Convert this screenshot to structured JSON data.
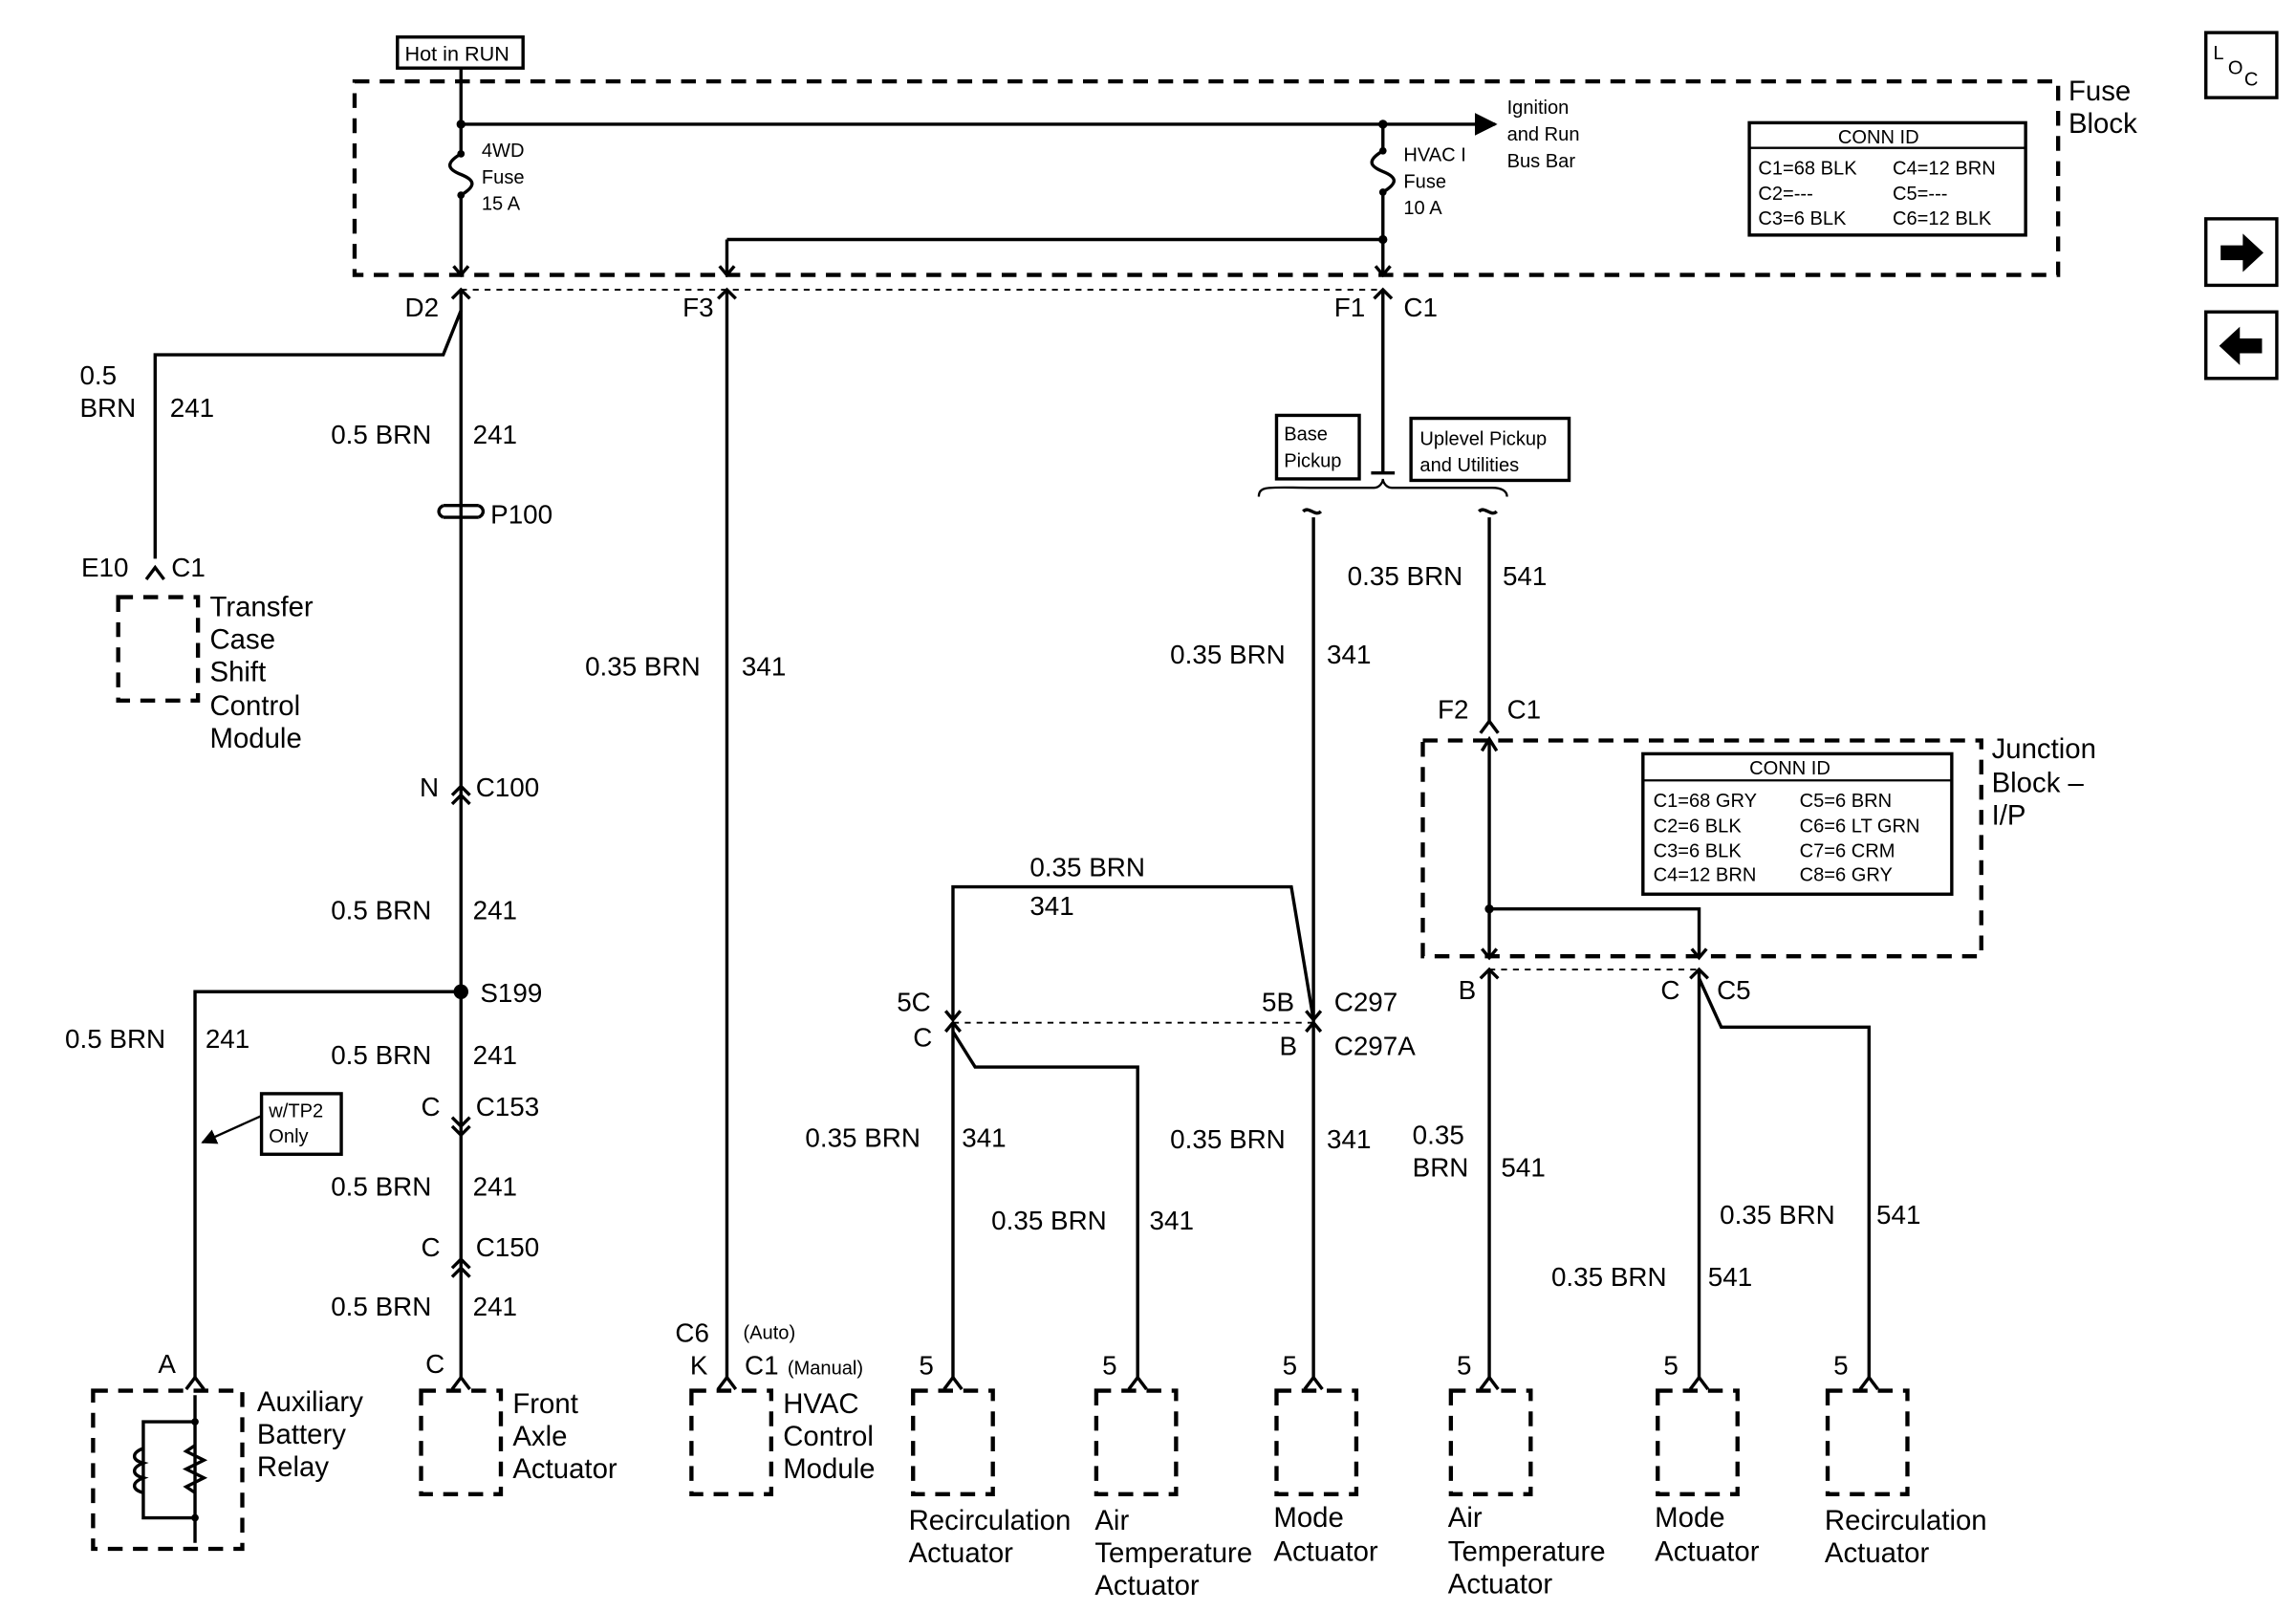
{
  "labels": {
    "hot_in_run": "Hot in RUN",
    "fuse_block_1": "Fuse",
    "fuse_block_2": "Block",
    "fuse_4wd_1": "4WD",
    "fuse_4wd_2": "Fuse",
    "fuse_4wd_3": "15 A",
    "fuse_hvac_1": "HVAC I",
    "fuse_hvac_2": "Fuse",
    "fuse_hvac_3": "10 A",
    "ign_bus_1": "Ignition",
    "ign_bus_2": "and Run",
    "ign_bus_3": "Bus Bar",
    "conn_id_fuse": {
      "title": "CONN ID",
      "c1": "C1=68 BLK",
      "c2": "C2=---",
      "c3": "C3=6 BLK",
      "c4": "C4=12 BRN",
      "c5": "C5=---",
      "c6": "C6=12 BLK"
    },
    "conn_id_jb": {
      "title": "CONN ID",
      "c1": "C1=68 GRY",
      "c2": "C2=6 BLK",
      "c3": "C3=6 BLK",
      "c4": "C4=12 BRN",
      "c5": "C5=6 BRN",
      "c6": "C6=6 LT GRN",
      "c7": "C7=6 CRM",
      "c8": "C8=6 GRY"
    },
    "d2": "D2",
    "f3": "F3",
    "f1": "F1",
    "c1": "C1",
    "base_pickup_1": "Base",
    "base_pickup_2": "Pickup",
    "uplevel_1": "Uplevel Pickup",
    "uplevel_2": "and Utilities",
    "junction_1": "Junction",
    "junction_2": "Block –",
    "junction_3": "I/P",
    "p100": "P100",
    "e10": "E10",
    "tccm_1": "Transfer",
    "tccm_2": "Case",
    "tccm_3": "Shift",
    "tccm_4": "Control",
    "tccm_5": "Module",
    "n": "N",
    "c100": "C100",
    "s199": "S199",
    "c": "C",
    "c153": "C153",
    "c150": "C150",
    "wtp2_1": "w/TP2",
    "wtp2_2": "Only",
    "a": "A",
    "aux_1": "Auxiliary",
    "aux_2": "Battery",
    "aux_3": "Relay",
    "front_1": "Front",
    "front_2": "Axle",
    "front_3": "Actuator",
    "c6": "C6",
    "k": "K",
    "auto": "(Auto)",
    "manual": "(Manual)",
    "hvac_1": "HVAC",
    "hvac_2": "Control",
    "hvac_3": "Module",
    "f2": "F2",
    "b": "B",
    "c5": "C5",
    "5c": "5C",
    "5b": "5B",
    "c297": "C297",
    "c297a": "C297A",
    "pin5": "5",
    "recirc_1": "Recirculation",
    "recirc_2": "Actuator",
    "airtemp_1": "Air",
    "airtemp_2": "Temperature",
    "airtemp_3": "Actuator",
    "mode_1": "Mode",
    "mode_2": "Actuator"
  },
  "wires": {
    "brn05": "0.5 BRN",
    "brn05_a": "0.5",
    "brn05_b": "BRN",
    "brn035": "0.35 BRN",
    "brn035_a": "0.35",
    "brn035_b": "BRN",
    "c241": "241",
    "c341": "341",
    "c541": "541"
  },
  "loc": {
    "l": "L",
    "o": "O",
    "c": "C"
  },
  "nav_icons": [
    "arrow-right-icon",
    "arrow-left-icon"
  ]
}
